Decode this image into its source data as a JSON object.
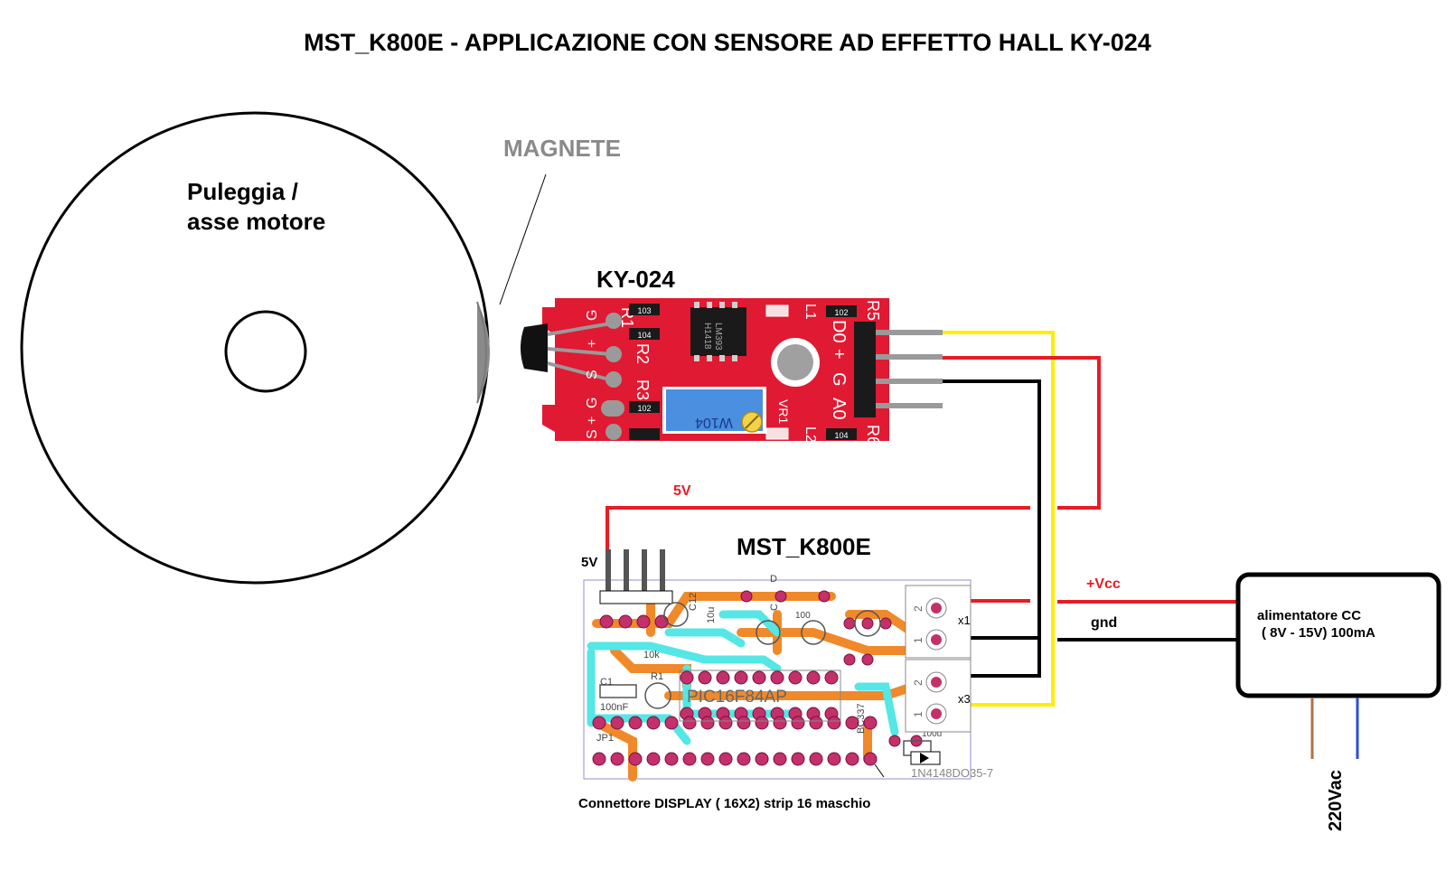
{
  "title": "MST_K800E - APPLICAZIONE CON SENSORE AD EFFETTO HALL KY-024",
  "labels": {
    "pulley_line1": "Puleggia /",
    "pulley_line2": "asse motore",
    "magnet": "MAGNETE",
    "sensor_name": "KY-024",
    "board_name": "MST_K800E",
    "wire_5v_top": "5V",
    "wire_5v_left": "5V",
    "vcc": "+Vcc",
    "gnd": "gnd",
    "psu_line1": "alimentatore CC",
    "psu_line2": "( 8V - 15V) 100mA",
    "mains": "220Vac",
    "display_connector": "Connettore DISPLAY ( 16X2) strip 16 maschio"
  },
  "sensor_board": {
    "pins": [
      "D0",
      "+",
      "G",
      "A0"
    ],
    "resistors": [
      "R1",
      "R2",
      "R3",
      "R5",
      "R6",
      "L1",
      "L2",
      "VR1"
    ],
    "smd_codes": [
      "103",
      "104",
      "102",
      "102",
      "104"
    ],
    "ic_text": [
      "LM393",
      "H1418"
    ],
    "trimmer_text": "W104",
    "left_pads": [
      "G",
      "+",
      "S",
      "G",
      "+",
      "S"
    ]
  },
  "pcb": {
    "ic_label": "PIC16F84AP",
    "diode_label": "1N4148DO35-7",
    "terminal_labels": [
      "x1",
      "x3"
    ],
    "terminal_pins": [
      "1",
      "2",
      "1",
      "2"
    ],
    "components": [
      "C1",
      "100nF",
      "C12",
      "10u",
      "R1",
      "10k",
      "JP1",
      "BC337",
      "100u",
      "D",
      "C",
      "100"
    ]
  },
  "colors": {
    "red_wire": "#e81c24",
    "yellow_wire": "#ffee00",
    "black_wire": "#000000",
    "sensor_board": "#e01a32",
    "copper": "#f0892a",
    "jumper": "#55e6e6",
    "pads": "#c4306a",
    "brown_wire": "#b0704a",
    "blue_wire": "#2a4fd6"
  }
}
